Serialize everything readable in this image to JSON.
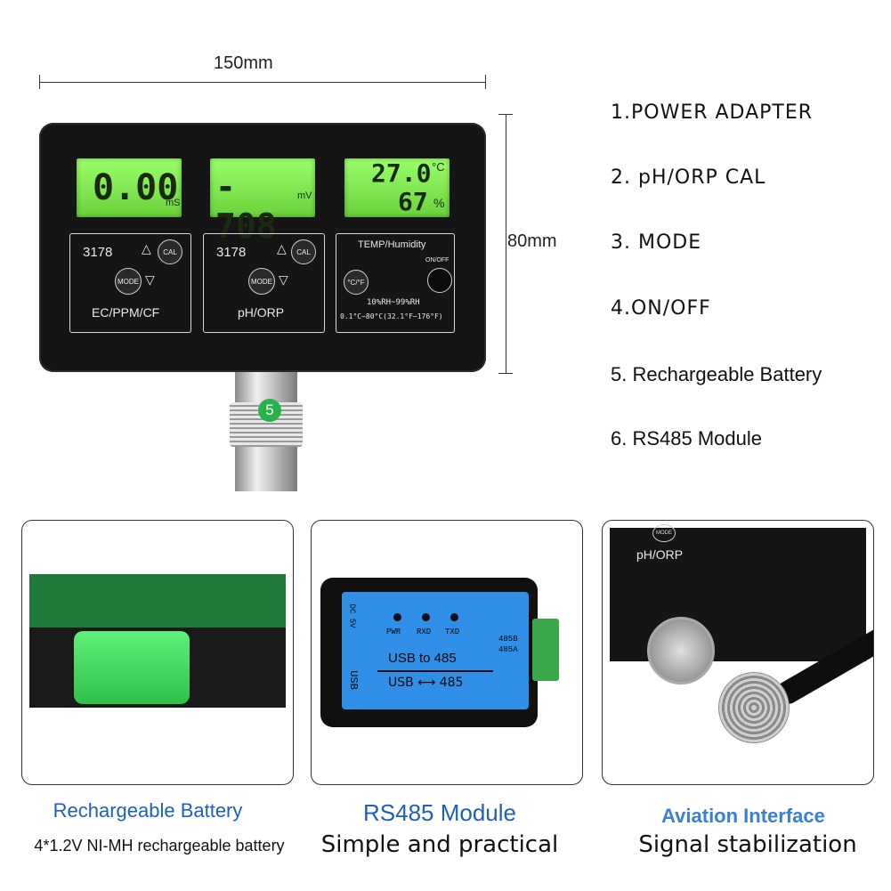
{
  "dimensions": {
    "width_label": "150mm",
    "height_label": "80mm"
  },
  "device": {
    "lcd1": {
      "value": "0.00",
      "unit": "mS"
    },
    "lcd2": {
      "value": "- 708",
      "unit": "mV"
    },
    "lcd3": {
      "temp": "27.0",
      "temp_unit": "°C",
      "humidity": "67",
      "humidity_unit": "%"
    },
    "panel1": {
      "code": "3178",
      "cal": "CAL",
      "mode": "MODE",
      "label": "EC/PPM/CF"
    },
    "panel2": {
      "code": "3178",
      "cal": "CAL",
      "mode": "MODE",
      "label": "pH/ORP"
    },
    "panel3": {
      "title": "TEMP/Humidity",
      "onoff": "ON/OFF",
      "cf": "°C/°F",
      "range_rh": "10%RH~99%RH",
      "range_temp": "0.1°C~80°C(32.1°F~176°F)"
    },
    "badge": "5"
  },
  "features": [
    "1.POWER ADAPTER",
    "2. pH/ORP CAL",
    "3. MODE",
    "4.ON/OFF",
    "5. Rechargeable Battery",
    "6. RS485 Module"
  ],
  "cards": [
    {
      "title": "Rechargeable Battery",
      "subtitle": "4*1.2V NI-MH rechargeable battery",
      "title_color": "#1f5fbf"
    },
    {
      "title": "RS485 Module",
      "subtitle": "Simple and practical",
      "title_color": "#1f5fbf",
      "module": {
        "dc": "DC 5V",
        "usb": "USB",
        "leds": [
          "PWR",
          "RXD",
          "TXD"
        ],
        "line1": "USB to 485",
        "line2": "USB ⟷ 485",
        "pin1": "485B",
        "pin2": "485A"
      }
    },
    {
      "title": "Aviation Interface",
      "subtitle": "Signal stabilization",
      "title_color": "#3a7fd6",
      "panel_label": "pH/ORP",
      "mode": "MODE"
    }
  ]
}
